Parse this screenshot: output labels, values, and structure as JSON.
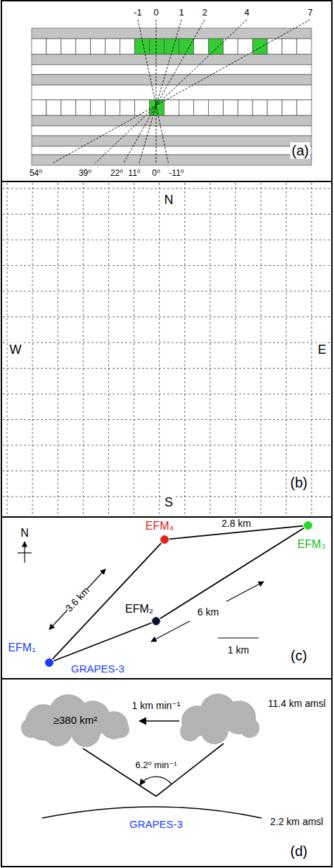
{
  "diagram": {
    "nodes": [
      {
        "text": [
          "EFM₁",
          "GRAPES-3"
        ]
      },
      {
        "text": [
          "EFM₂"
        ]
      },
      {
        "text": [
          "EFM₃"
        ]
      },
      {
        "text": [
          "EFM₄"
        ]
      },
      {
        "text": [
          "≥380 km²"
        ]
      }
    ],
    "edges": [
      {
        "from": 0,
        "to": 1,
        "arrow": "none"
      },
      {
        "from": 1,
        "to": 2,
        "arrow": "none"
      },
      {
        "from": 0,
        "to": 3,
        "arrow": "none"
      },
      {
        "from": 3,
        "to": 2,
        "arrow": "none"
      }
    ],
    "labels": [
      "-1",
      "0",
      "1",
      "2",
      "4",
      "7",
      "54⁰",
      "39⁰",
      "22⁰",
      "11⁰",
      "0⁰",
      "-11⁰",
      "(a)",
      "N",
      "W",
      "E",
      "S",
      "(b)",
      "N",
      "3.6 km",
      "6 km",
      "2.8 km",
      "1 km",
      "(c)",
      "1 km min⁻¹",
      "11.4 km amsl",
      "6.2⁰ min⁻¹",
      "GRAPES-3",
      "2.2 km amsl",
      "(d)"
    ]
  }
}
